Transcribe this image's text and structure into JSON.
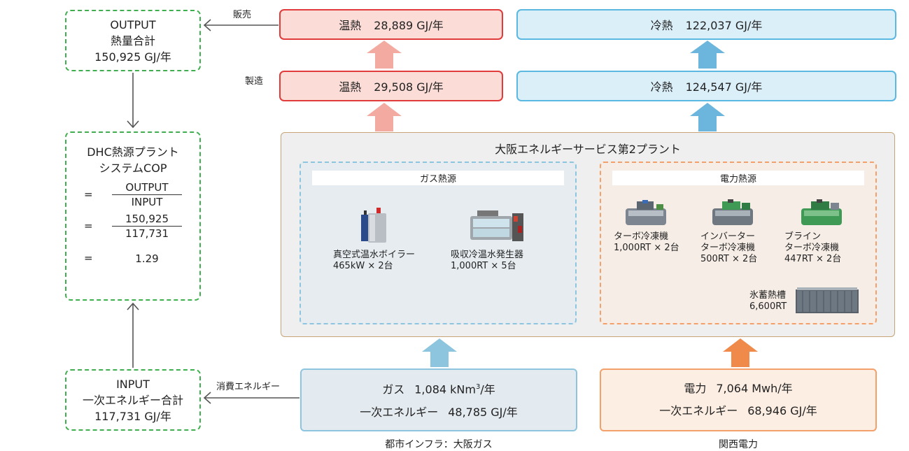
{
  "output_box": {
    "line1": "OUTPUT",
    "line2": "熱量合計",
    "line3": "150,925 GJ/年"
  },
  "cop_box": {
    "title1": "DHC熱源プラント",
    "title2": "システムCOP",
    "eq": "=",
    "frac1_num": "OUTPUT",
    "frac1_den": "INPUT",
    "frac2_num": "150,925",
    "frac2_den": "117,731",
    "result": "1.29"
  },
  "input_box": {
    "line1": "INPUT",
    "line2": "一次エネルギー合計",
    "line3": "117,731 GJ/年"
  },
  "labels": {
    "sale": "販売",
    "manufacture": "製造",
    "consumption": "消費エネルギー"
  },
  "sold": {
    "heat_label": "温熱",
    "heat_value": "28,889 GJ/年",
    "cold_label": "冷熱",
    "cold_value": "122,037 GJ/年"
  },
  "produced": {
    "heat_label": "温熱",
    "heat_value": "29,508 GJ/年",
    "cold_label": "冷熱",
    "cold_value": "124,547 GJ/年"
  },
  "plant": {
    "title": "大阪エネルギーサービス第2プラント",
    "gas_title": "ガス熱源",
    "elec_title": "電力熱源",
    "boiler": {
      "line1": "真空式温水ボイラー",
      "line2": "465kW × 2台"
    },
    "absorption": {
      "line1": "吸収冷温水発生器",
      "line2": "1,000RT × 5台"
    },
    "turbo": {
      "line1": "ターボ冷凍機",
      "line2": "1,000RT × 2台"
    },
    "inverter": {
      "line1": "インバーター",
      "line2": "ターボ冷凍機",
      "line3": "500RT × 2台"
    },
    "brine": {
      "line1": "ブライン",
      "line2": "ターボ冷凍機",
      "line3": "447RT × 2台"
    },
    "ice": {
      "line1": "氷蓄熱槽",
      "line2": "6,600RT"
    }
  },
  "gas_input": {
    "line1_label": "ガス",
    "line1_value": "1,084 kNm",
    "line1_sup": "3",
    "line1_unit": "/年",
    "line2_label": "一次エネルギー",
    "line2_value": "48,785 GJ/年",
    "caption": "都市インフラ：大阪ガス"
  },
  "elec_input": {
    "line1_label": "電力",
    "line1_value": "7,064 Mwh/年",
    "line2_label": "一次エネルギー",
    "line2_value": "68,946 GJ/年",
    "caption": "関西電力"
  },
  "colors": {
    "heat_border": "#e03c3c",
    "heat_fill": "#fbdcd6",
    "heat_arrow": "#f3aaa0",
    "cold_border": "#5bb8e0",
    "cold_fill": "#dbeff9",
    "cold_arrow": "#6cb6dd",
    "gas_arrow": "#8ec5de",
    "elec_arrow": "#f08a4b",
    "green_dash": "#3fae4e",
    "plant_border": "#c8a378"
  }
}
